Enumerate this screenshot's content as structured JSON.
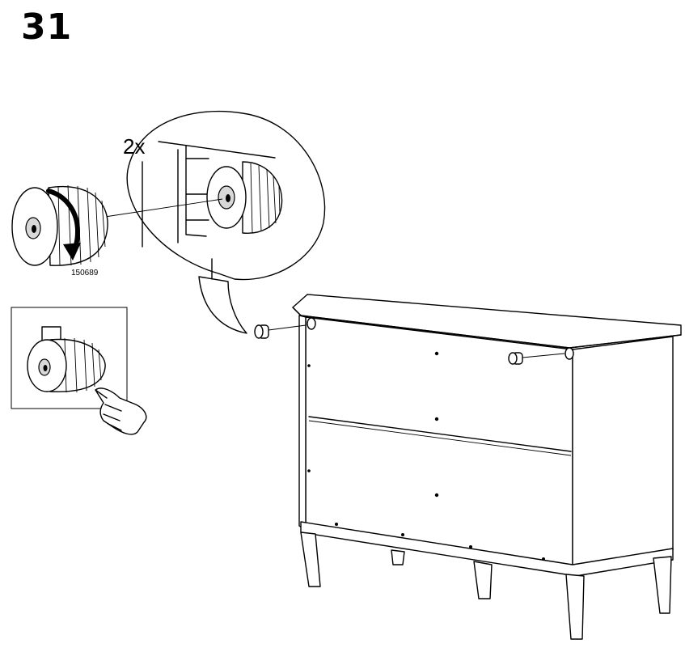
{
  "step": {
    "number": "31"
  },
  "detail": {
    "quantity": "2x",
    "part_number": "150689"
  },
  "icons": {
    "adjustable-foot": "foot-knob-icon",
    "rotation": "clockwise-arrow-icon",
    "hand": "hand-pressing-icon"
  }
}
